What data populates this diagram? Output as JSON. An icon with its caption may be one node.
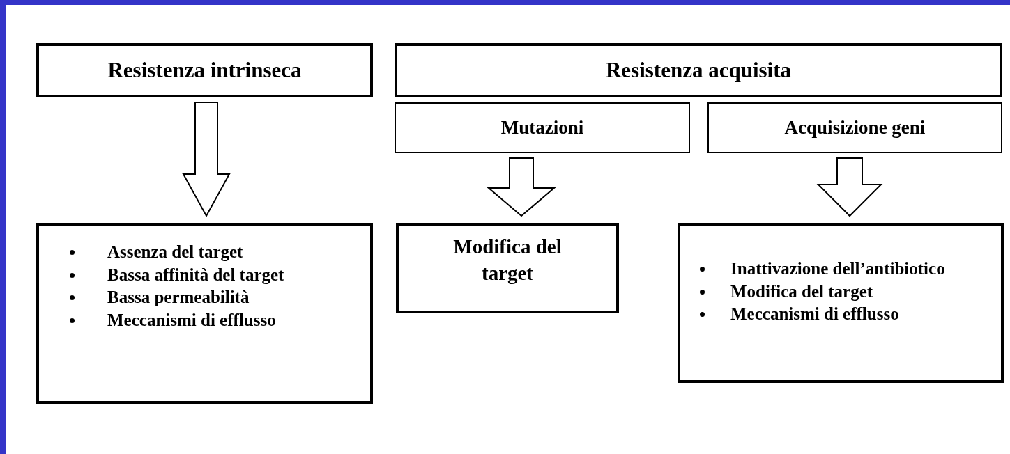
{
  "diagram": {
    "nodes": [
      {
        "text": [
          "Resistenza intrinseca"
        ]
      },
      {
        "text": [
          "Resistenza acquisita"
        ]
      },
      {
        "text": [
          "Mutazioni"
        ]
      },
      {
        "text": [
          "Acquisizione geni"
        ]
      },
      {
        "text": [
          "Assenza del target",
          "Bassa affinità del target",
          "Bassa permeabilità",
          "Meccanismi di efflusso"
        ]
      },
      {
        "text": [
          "Modifica del target"
        ]
      },
      {
        "text": [
          "Inattivazione dell’antibiotico",
          "Modifica del target",
          "Meccanismi di efflusso"
        ]
      }
    ],
    "edges": [
      {
        "from": 0,
        "to": 4,
        "arrow": "to"
      },
      {
        "from": 2,
        "to": 5,
        "arrow": "to"
      },
      {
        "from": 3,
        "to": 6,
        "arrow": "to"
      }
    ]
  }
}
